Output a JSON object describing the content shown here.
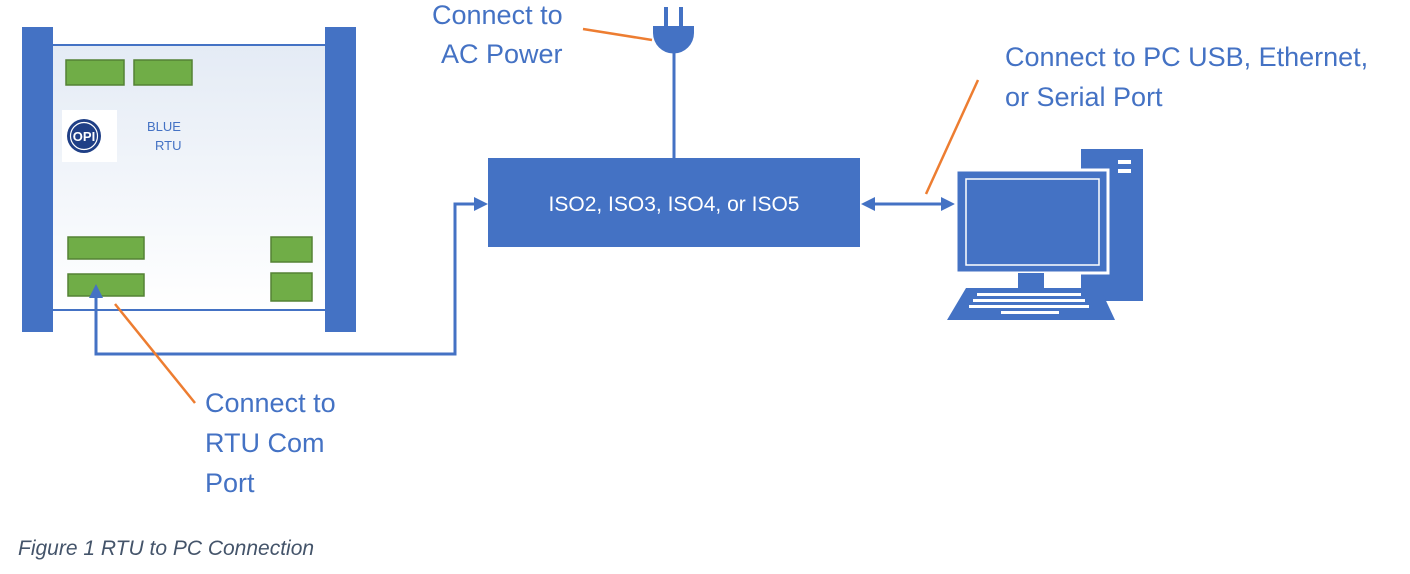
{
  "callouts": {
    "ac_power_line1": "Connect to",
    "ac_power_line2": "AC Power",
    "pc_line1": "Connect to PC USB, Ethernet,",
    "pc_line2": "or Serial Port",
    "rtu_line1": "Connect to",
    "rtu_line2": "RTU Com",
    "rtu_line3": "Port"
  },
  "rtu": {
    "logo_text": "OPI",
    "label_line1": "BLUE",
    "label_line2": "RTU"
  },
  "iso_box": {
    "label": "ISO2, ISO3, ISO4, or ISO5"
  },
  "caption": "Figure 1 RTU to PC Connection",
  "colors": {
    "blue": "#4472c4",
    "green": "#70ad47",
    "orange": "#ed7d31"
  }
}
